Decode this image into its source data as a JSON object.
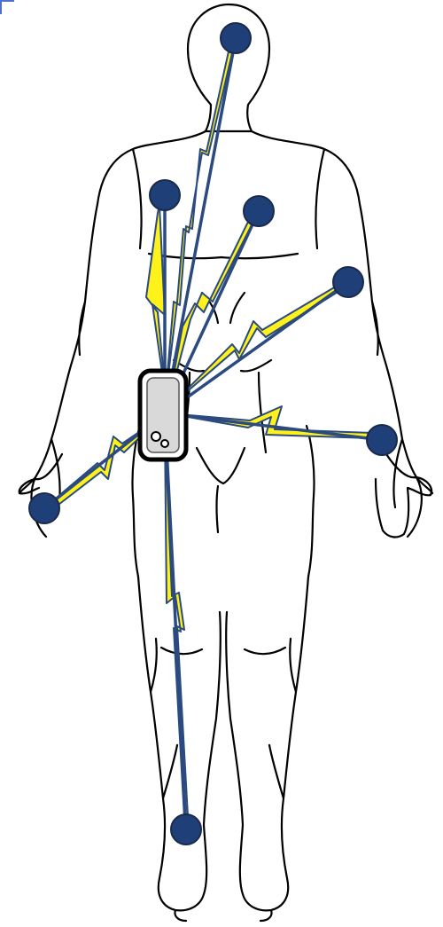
{
  "diagram": {
    "colors": {
      "sensor": "#1f3f78",
      "link": "#2a4a80",
      "bolt_fill": "#fff21a",
      "bolt_stroke": "#2a4a80",
      "outline": "#000000",
      "device_screen": "#d9d9d9"
    },
    "hub_device": {
      "icon": "wearable-controller-icon"
    },
    "sensors": [
      {
        "id": "head",
        "icon": "sensor-node-icon"
      },
      {
        "id": "left-shoulder",
        "icon": "sensor-node-icon"
      },
      {
        "id": "chest",
        "icon": "sensor-node-icon"
      },
      {
        "id": "left-elbow",
        "icon": "sensor-node-icon"
      },
      {
        "id": "left-wrist",
        "icon": "sensor-node-icon"
      },
      {
        "id": "right-wrist",
        "icon": "sensor-node-icon"
      },
      {
        "id": "ankle",
        "icon": "sensor-node-icon"
      }
    ],
    "wireless_links": [
      {
        "from": "hub",
        "to": "head",
        "icon": "lightning-bolt-icon"
      },
      {
        "from": "hub",
        "to": "left-shoulder",
        "icon": "lightning-bolt-icon"
      },
      {
        "from": "hub",
        "to": "chest",
        "icon": "lightning-bolt-icon"
      },
      {
        "from": "hub",
        "to": "left-elbow",
        "icon": "lightning-bolt-icon"
      },
      {
        "from": "hub",
        "to": "left-wrist",
        "icon": "lightning-bolt-icon"
      },
      {
        "from": "hub",
        "to": "right-wrist",
        "icon": "lightning-bolt-icon"
      },
      {
        "from": "hub",
        "to": "ankle",
        "icon": "lightning-bolt-icon"
      }
    ]
  }
}
